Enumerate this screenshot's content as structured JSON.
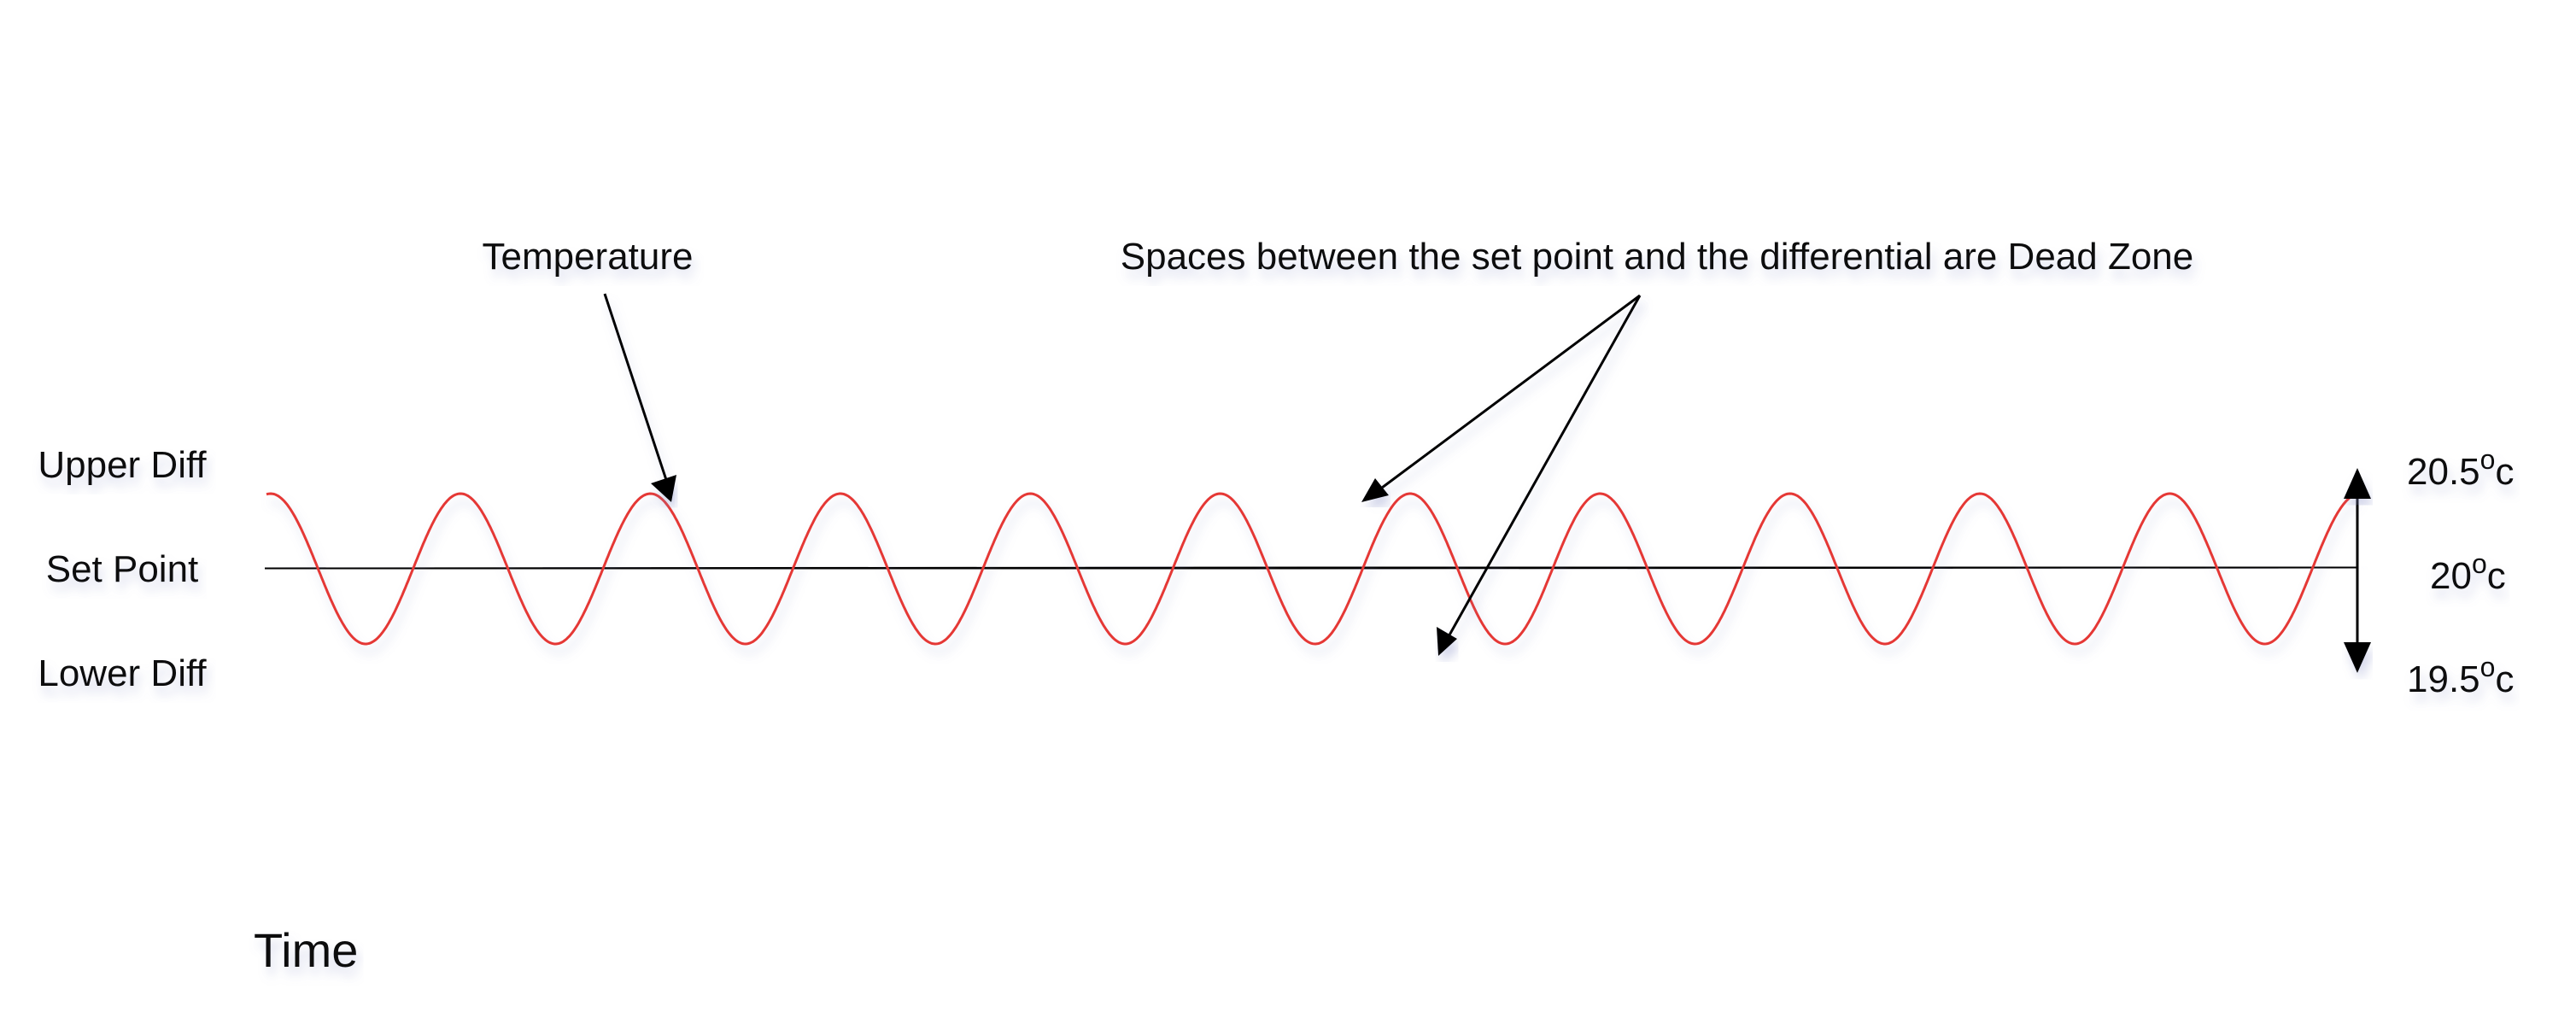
{
  "annotations": {
    "temperature": "Temperature",
    "dead_zone": "Spaces between the set point and the differential are Dead Zone"
  },
  "levels": {
    "upper": {
      "label": "Upper Diff",
      "value": "20.5",
      "sup": "o",
      "unit": "c"
    },
    "set": {
      "label": "Set Point",
      "value": "20",
      "sup": "o",
      "unit": "c"
    },
    "lower": {
      "label": "Lower Diff",
      "value": "19.5",
      "sup": "o",
      "unit": "c"
    }
  },
  "axis": {
    "x_label": "Time"
  },
  "wave": {
    "cycles": 11,
    "color": "#e53935"
  },
  "colors": {
    "line": "#000000",
    "text": "#111111",
    "wave": "#e53935"
  }
}
